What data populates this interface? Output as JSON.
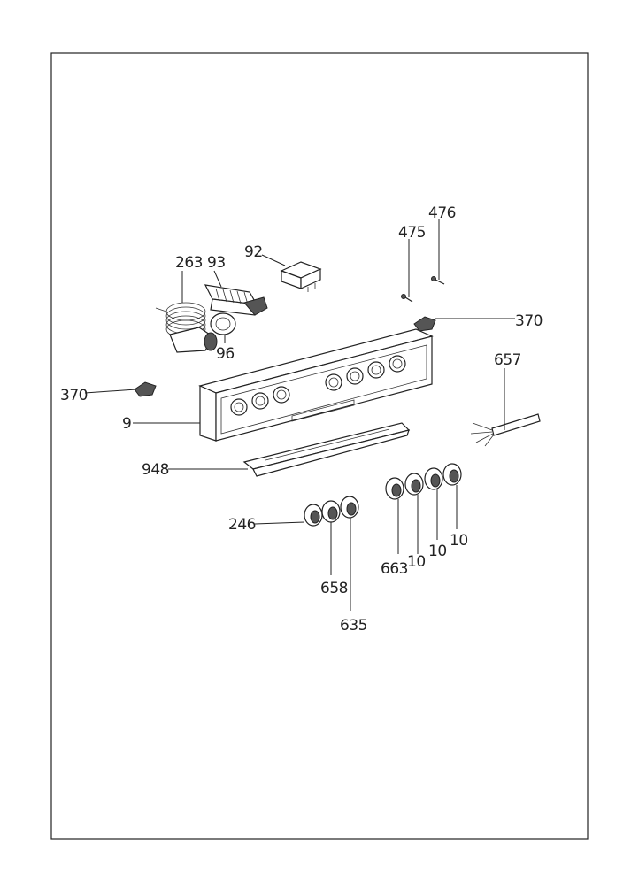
{
  "diagram": {
    "callouts": [
      {
        "id": "c263",
        "text": "263"
      },
      {
        "id": "c93",
        "text": "93"
      },
      {
        "id": "c92",
        "text": "92"
      },
      {
        "id": "c96",
        "text": "96"
      },
      {
        "id": "c475",
        "text": "475"
      },
      {
        "id": "c476",
        "text": "476"
      },
      {
        "id": "c370r",
        "text": "370"
      },
      {
        "id": "c370l",
        "text": "370"
      },
      {
        "id": "c657",
        "text": "657"
      },
      {
        "id": "c9",
        "text": "9"
      },
      {
        "id": "c948",
        "text": "948"
      },
      {
        "id": "c246",
        "text": "246"
      },
      {
        "id": "c658",
        "text": "658"
      },
      {
        "id": "c635",
        "text": "635"
      },
      {
        "id": "c663",
        "text": "663"
      },
      {
        "id": "c10a",
        "text": "10"
      },
      {
        "id": "c10b",
        "text": "10"
      },
      {
        "id": "c10c",
        "text": "10"
      }
    ]
  }
}
